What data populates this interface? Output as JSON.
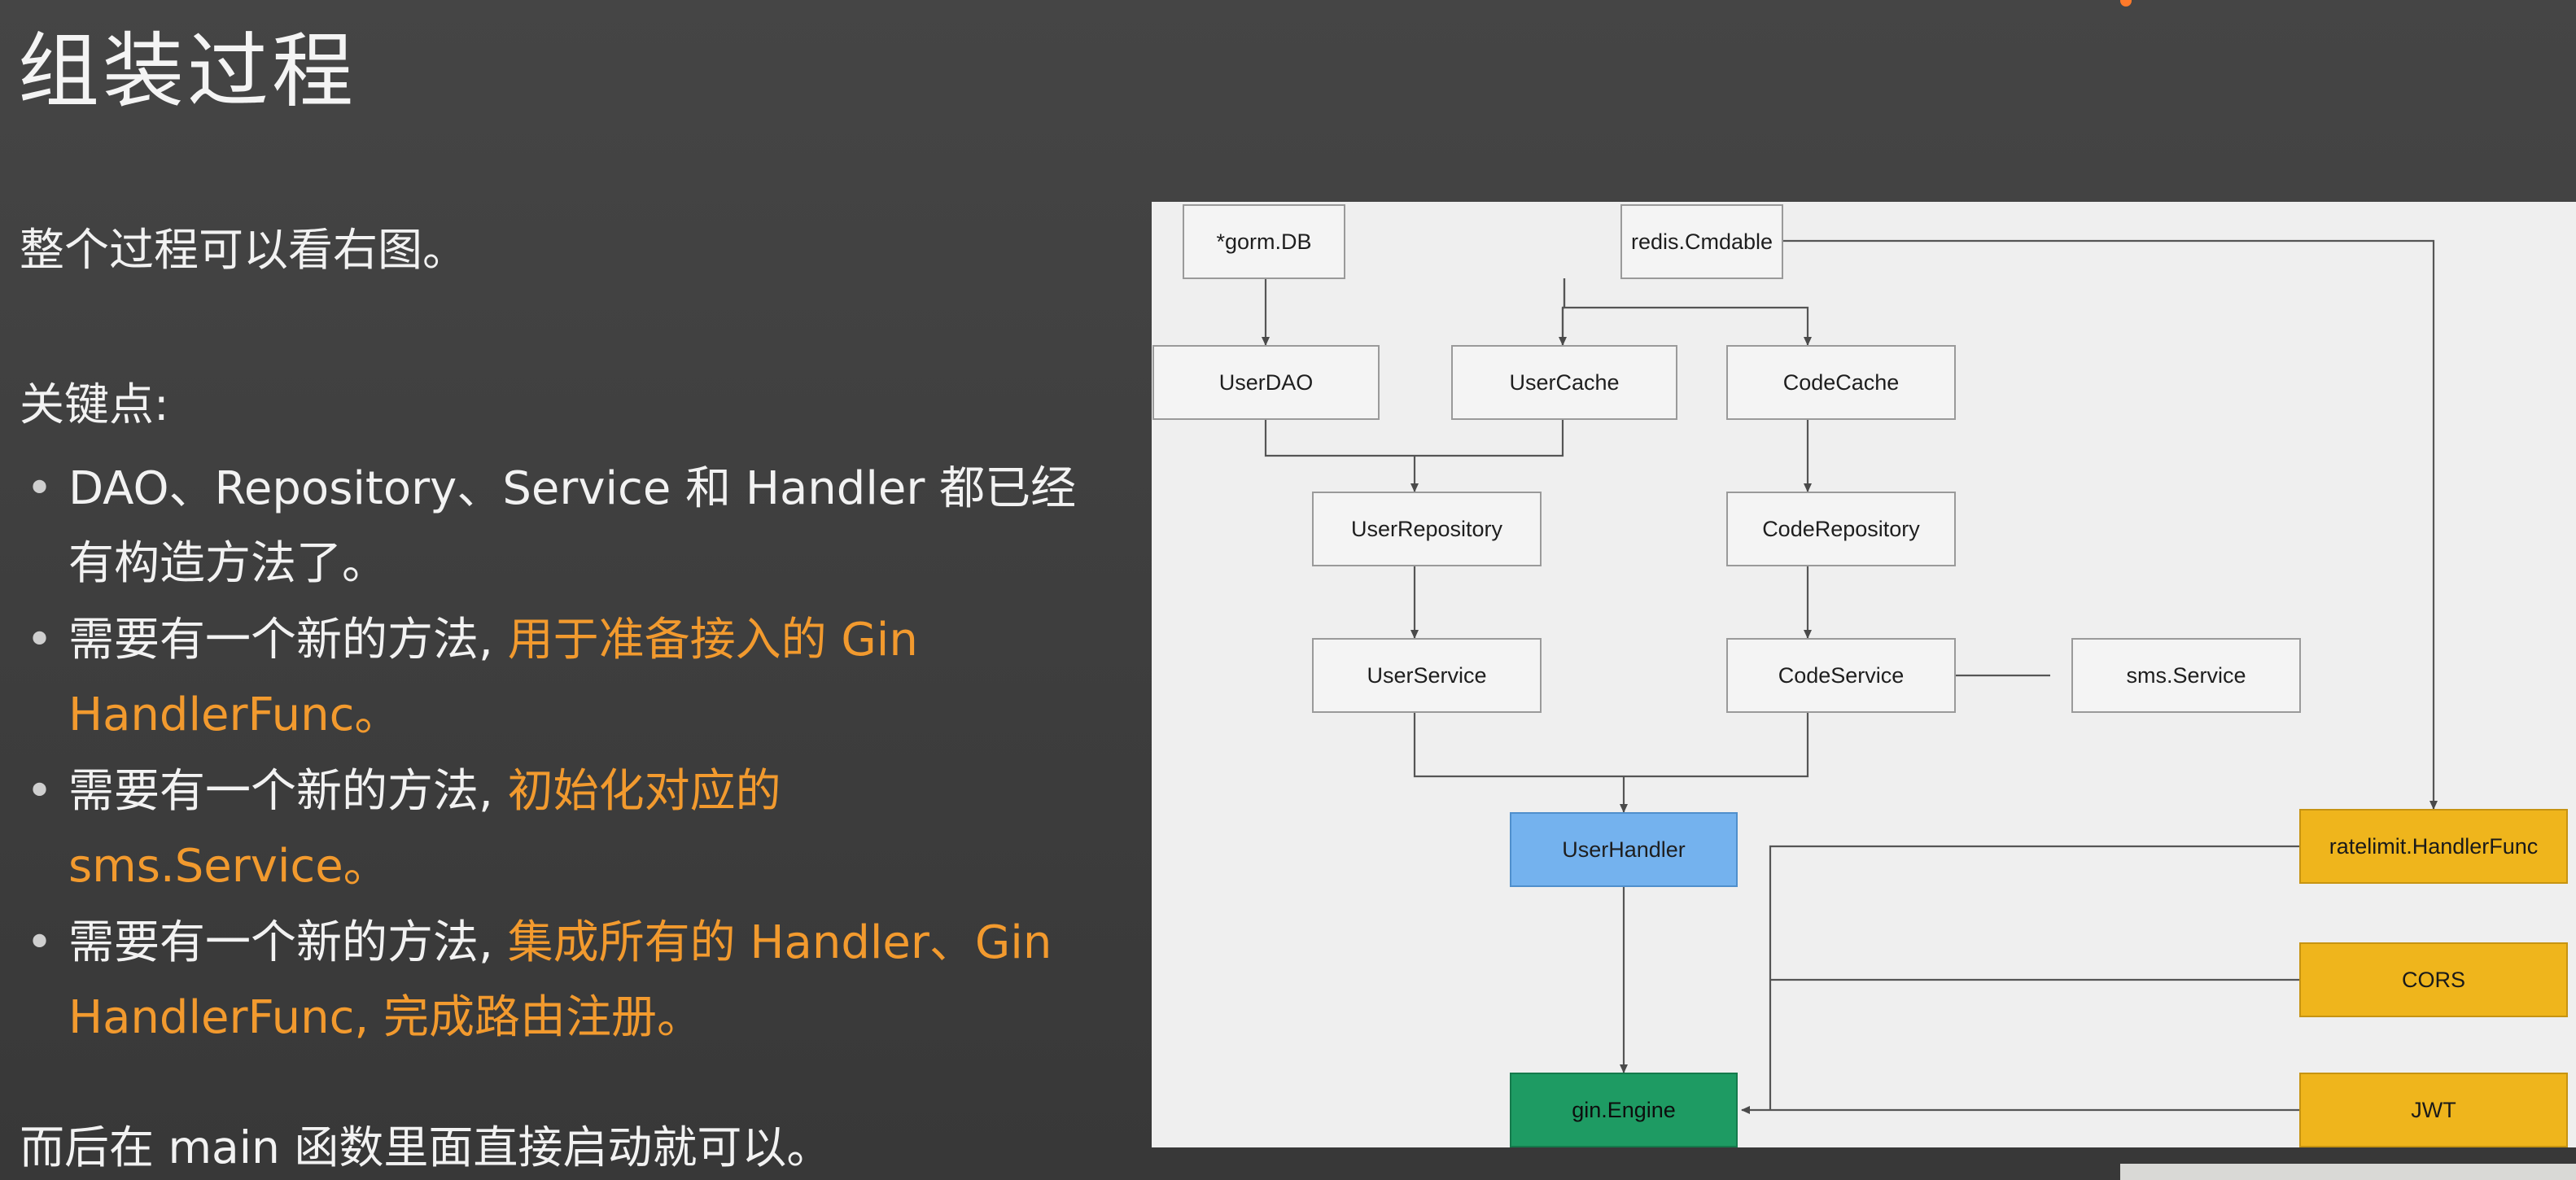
{
  "slide": {
    "title": "组装过程",
    "intro": "整个过程可以看右图。",
    "key_points_heading": "关键点:",
    "bullets": [
      {
        "plain": "DAO、Repository、Service 和 Handler 都已经有构造方法了。",
        "highlight": ""
      },
      {
        "plain": "需要有一个新的方法, ",
        "highlight": "用于准备接入的 Gin HandlerFunc。"
      },
      {
        "plain": "需要有一个新的方法, ",
        "highlight": "初始化对应的 sms.Service。"
      },
      {
        "plain": "需要有一个新的方法, ",
        "highlight": "集成所有的 Handler、Gin HandlerFunc, 完成路由注册。"
      }
    ],
    "bullet_marker": "•",
    "outro": "而后在 main 函数里面直接启动就可以。"
  },
  "diagram": {
    "nodes": {
      "gorm_db": "*gorm.DB",
      "redis_cmdable": "redis.Cmdable",
      "user_dao": "UserDAO",
      "user_cache": "UserCache",
      "code_cache": "CodeCache",
      "user_repository": "UserRepository",
      "code_repository": "CodeRepository",
      "user_service": "UserService",
      "code_service": "CodeService",
      "sms_service": "sms.Service",
      "user_handler": "UserHandler",
      "ratelimit_handlerfunc": "ratelimit.HandlerFunc",
      "cors": "CORS",
      "jwt": "JWT",
      "gin_engine": "gin.Engine"
    }
  },
  "colors": {
    "highlight": "#f29a2e",
    "handler": "#74b2ee",
    "engine": "#1e9b63",
    "middleware": "#efb51c"
  }
}
